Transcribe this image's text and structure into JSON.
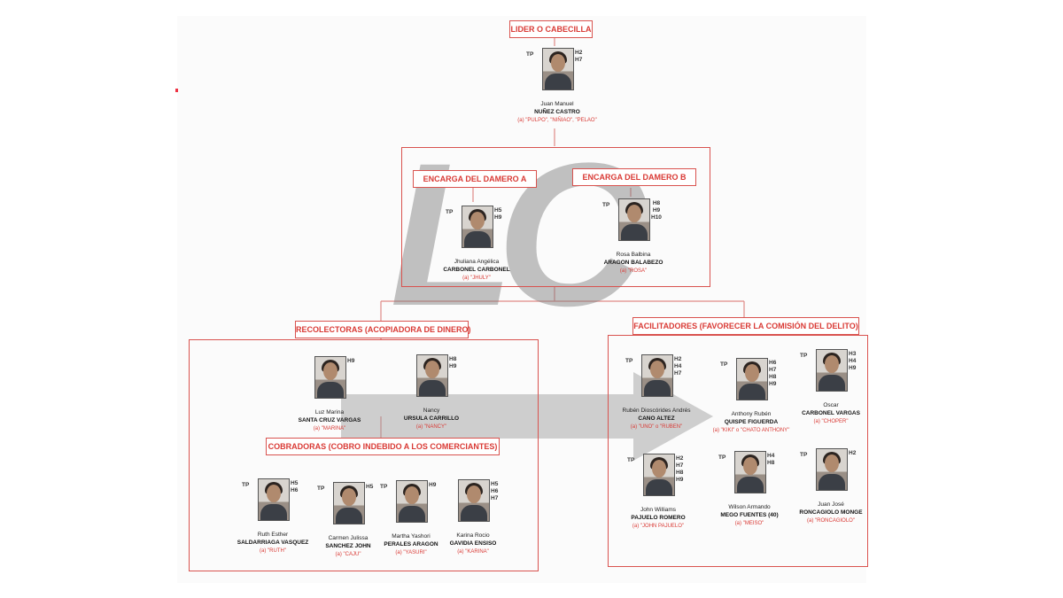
{
  "watermark": "LC",
  "groups": {
    "leader": "LIDER O CABECILLA",
    "damero_a": "ENCARGA DEL DAMERO A",
    "damero_b": "ENCARGA DEL DAMERO B",
    "recolectoras": "RECOLECTORAS (ACOPIADORA DE DINERO)",
    "cobradoras": "COBRADORAS (COBRO INDEBIDO A LOS COMERCIANTES)",
    "facilitadores": "FACILITADORES (FAVORECER LA COMISIÓN DEL DELITO)"
  },
  "people": [
    {
      "id": "leader",
      "first": "Juan Manuel",
      "last": "NUÑEZ CASTRO",
      "alias": "(a) \"PULPO\", \"NIÑIAO\", \"PELAO\"",
      "left": [
        "TP"
      ],
      "codes": [
        "H2",
        "H7"
      ]
    },
    {
      "id": "jhuliana",
      "first": "Jhuliana Angélica",
      "last": "CARBONEL CARBONEL",
      "alias": "(a) \"JHULY\"",
      "left": [
        "TP"
      ],
      "codes": [
        "H5",
        "H9"
      ]
    },
    {
      "id": "rosa",
      "first": "Rosa Balbina",
      "last": "ARAGON BALABEZO",
      "alias": "(a) \"ROSA\"",
      "left": [
        "TP"
      ],
      "codes": [
        "H8",
        "H9",
        "H10"
      ]
    },
    {
      "id": "luz",
      "first": "Luz Marina",
      "last": "SANTA CRUZ VARGAS",
      "alias": "(a) \"MARINA\"",
      "left": [],
      "codes": [
        "H9"
      ]
    },
    {
      "id": "nancy",
      "first": "Nancy",
      "last": "URSULA CARRILLO",
      "alias": "(a) \"NANCY\"",
      "left": [],
      "codes": [
        "H8",
        "H9"
      ]
    },
    {
      "id": "ruth",
      "first": "Ruth Esther",
      "last": "SALDARRIAGA VASQUEZ",
      "alias": "(a) \"RUTH\"",
      "left": [
        "TP"
      ],
      "codes": [
        "H5",
        "H6"
      ]
    },
    {
      "id": "carmen",
      "first": "Carmen Julissa",
      "last": "SANCHEZ JOHN",
      "alias": "(a) \"CAJU\"",
      "left": [
        "TP"
      ],
      "codes": [
        "H5"
      ]
    },
    {
      "id": "martha",
      "first": "Martha Yashori",
      "last": "PERALES ARAGON",
      "alias": "(a) \"YASURI\"",
      "left": [
        "TP"
      ],
      "codes": [
        "H9"
      ]
    },
    {
      "id": "karina",
      "first": "Karina Rocio",
      "last": "GAVIDIA ENSISO",
      "alias": "(a) \"KARINA\"",
      "left": [],
      "codes": [
        "H5",
        "H6",
        "H7"
      ]
    },
    {
      "id": "ruben",
      "first": "Rubén Dioscórides Andrés",
      "last": "CANO ALTEZ",
      "alias": "(a) \"UNO\" o \"RUBEN\"",
      "left": [
        "TP"
      ],
      "codes": [
        "H2",
        "H4",
        "H7"
      ]
    },
    {
      "id": "anthony",
      "first": "Anthony Rubén",
      "last": "QUISPE FIGUERDA",
      "alias": "(a) \"KIKI\" o \"CHATO ANTHONY\"",
      "left": [
        "TP"
      ],
      "codes": [
        "H6",
        "H7",
        "H8",
        "H9"
      ]
    },
    {
      "id": "oscar",
      "first": "Oscar",
      "last": "CARBONEL VARGAS",
      "alias": "(a) \"CHOPER\"",
      "left": [
        "TP"
      ],
      "codes": [
        "H3",
        "H4",
        "H9"
      ]
    },
    {
      "id": "john",
      "first": "John Williams",
      "last": "PAJUELO ROMERO",
      "alias": "(a) \"JOHN PAJUELO\"",
      "left": [
        "TP"
      ],
      "codes": [
        "H2",
        "H7",
        "H8",
        "H9"
      ]
    },
    {
      "id": "wilson",
      "first": "Wilson Armando",
      "last": "MEGO FUENTES (40)",
      "alias": "(a) \"MEISO\"",
      "left": [
        "TP"
      ],
      "codes": [
        "H4",
        "H8"
      ]
    },
    {
      "id": "juanjose",
      "first": "Juan José",
      "last": "RONCAGIOLO MONGE",
      "alias": "(a) \"RONCAGIOLO\"",
      "left": [
        "TP"
      ],
      "codes": [
        "H2"
      ]
    }
  ]
}
